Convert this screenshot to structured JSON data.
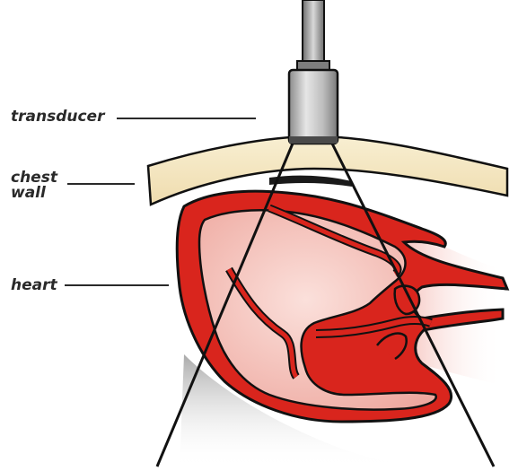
{
  "labels": {
    "transducer": "transducer",
    "chest_wall_line1": "chest",
    "chest_wall_line2": "wall",
    "heart": "heart"
  },
  "colors": {
    "background": "#ffffff",
    "heart_muscle": "#d9251d",
    "heart_interior": "#f4bcb5",
    "chest_wall": "#f5e9c4",
    "transducer_body": "#bfbfbf",
    "outline": "#111111",
    "leader_line": "#2a2a2a",
    "shadow": "#9a9a9a"
  },
  "icons": {
    "transducer": "ultrasound-probe-icon"
  }
}
